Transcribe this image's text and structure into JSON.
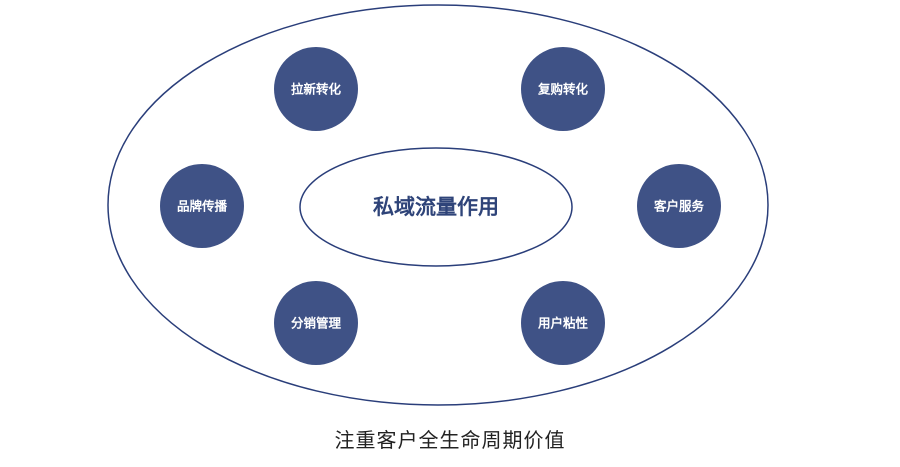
{
  "diagram": {
    "center": {
      "label": "私域流量作用"
    },
    "nodes": [
      {
        "label": "拉新转化"
      },
      {
        "label": "复购转化"
      },
      {
        "label": "品牌传播"
      },
      {
        "label": "客户服务"
      },
      {
        "label": "分销管理"
      },
      {
        "label": "用户粘性"
      }
    ],
    "caption": "注重客户全生命周期价值",
    "colors": {
      "node_fill": "#3f5286",
      "outline": "#2a3e7a",
      "center_text": "#2f4479"
    }
  }
}
